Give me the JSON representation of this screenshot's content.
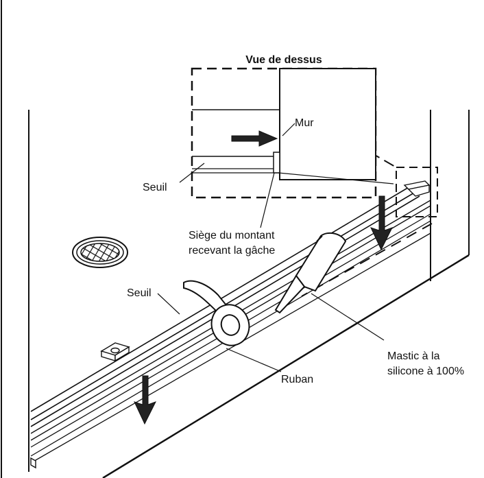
{
  "inset": {
    "title": "Vue de dessus",
    "wall_label": "Mur",
    "threshold_label": "Seuil"
  },
  "callouts": {
    "jamb_seat_line1": "Siège du montant",
    "jamb_seat_line2": "recevant la gâche",
    "threshold": "Seuil",
    "sealant_line1": "Mastic à la",
    "sealant_line2": "silicone à 100%",
    "tape": "Ruban"
  },
  "colors": {
    "ink": "#111111",
    "background": "#ffffff",
    "arrow_fill": "#222222"
  },
  "icons": [
    "drain-icon",
    "tape-roll-icon",
    "caulk-tube-icon",
    "arrow-icon"
  ]
}
